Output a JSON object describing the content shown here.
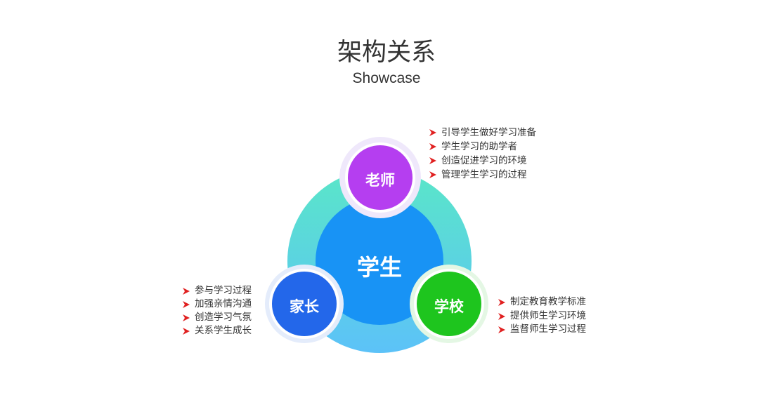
{
  "title": "架构关系",
  "subtitle": "Showcase",
  "center": {
    "label": "学生",
    "color": "#1893f5"
  },
  "ring": {
    "color_top": "#5ae6c8",
    "color_bottom": "#5cc2f8"
  },
  "nodes": {
    "teacher": {
      "label": "老师",
      "color": "#b53ef0",
      "items": [
        "引导学生做好学习准备",
        "学生学习的助学者",
        "创造促进学习的环境",
        "管理学生学习的过程"
      ]
    },
    "parent": {
      "label": "家长",
      "color": "#2367ea",
      "items": [
        "参与学习过程",
        "加强亲情沟通",
        "创造学习气氛",
        "关系学生成长"
      ]
    },
    "school": {
      "label": "学校",
      "color": "#1ec51e",
      "items": [
        "制定教育教学标准",
        "提供师生学习环境",
        "监督师生学习过程"
      ]
    }
  },
  "bullet_color": "#e02020"
}
